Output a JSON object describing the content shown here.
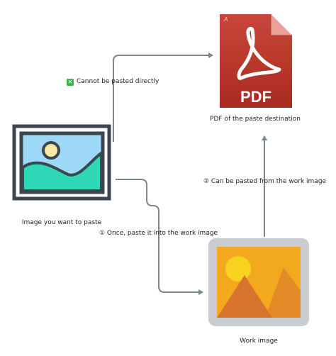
{
  "nodes": {
    "source_image": {
      "caption": "Image you want to paste"
    },
    "pdf": {
      "caption": "PDF of the paste destination",
      "badge_text": "PDF"
    },
    "work_image": {
      "caption": "Work image"
    }
  },
  "edges": {
    "direct": {
      "icon": "✕",
      "label": "Cannot be pasted directly"
    },
    "to_work": {
      "label": "① Once, paste it into the work image"
    },
    "from_work": {
      "label": "② Can be pasted from the work image"
    }
  },
  "colors": {
    "arrow": "#7a8792",
    "cross_badge": "#39b54a",
    "pdf_red": "#c0392b",
    "frame_dark": "#3c4650",
    "sky": "#9ed8f7",
    "hill": "#2fd8b7",
    "sun": "#f7e9a3",
    "work_frame": "#c9ccd0",
    "work_bg": "#f3a91e",
    "work_mountain": "#d9742c",
    "work_sun": "#f7d21e"
  },
  "icons": {
    "source_image": "image-icon",
    "pdf": "pdf-file-icon",
    "work_image": "image-icon"
  }
}
